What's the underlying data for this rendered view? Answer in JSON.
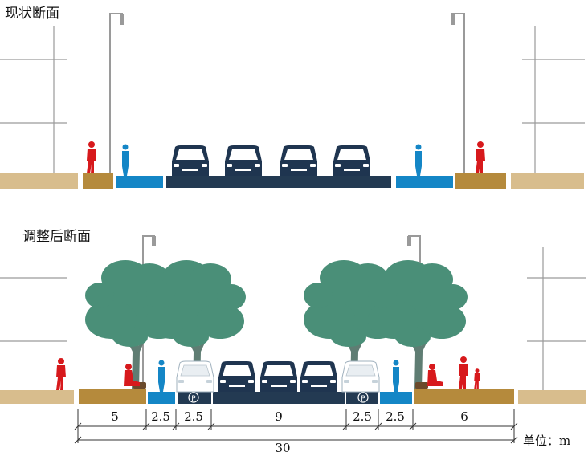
{
  "labels": {
    "current_section": "现状断面",
    "adjusted_section": "调整后断面",
    "unit": "单位：m"
  },
  "parking_symbol": "P",
  "dimensions": {
    "segments": [
      "5",
      "2.5",
      "2.5",
      "9",
      "2.5",
      "2.5",
      "6"
    ],
    "total": "30"
  },
  "colors": {
    "sidewalk": "#d8bd8d",
    "planting_strip": "#b58a3c",
    "bike_lane": "#1486c6",
    "roadway": "#233a52",
    "car": "#1f3550",
    "parking_car": "#ffffff",
    "pedestrian": "#d7191c",
    "cyclist": "#1486c6",
    "tree": "#4a8f78",
    "pole": "#9a9a9a"
  }
}
